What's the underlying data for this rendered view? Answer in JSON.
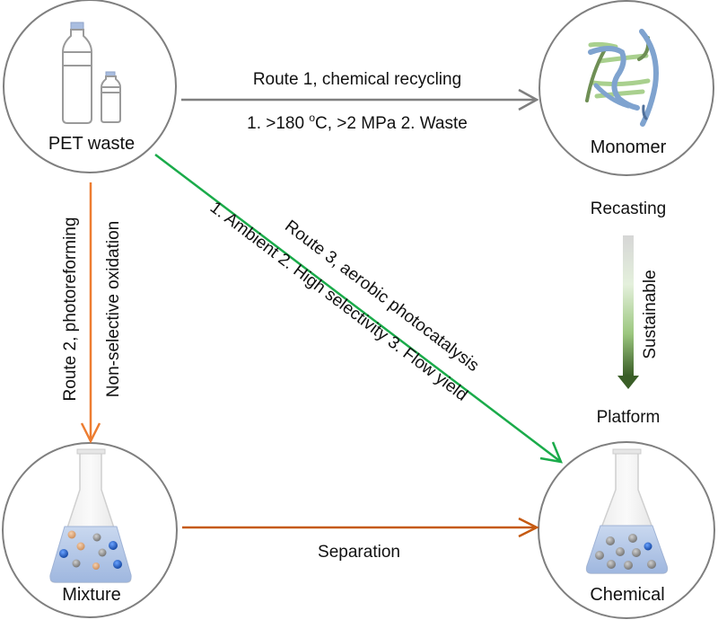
{
  "nodes": {
    "pet_waste": {
      "label": "PET waste",
      "icon": "plastic-bottles-icon"
    },
    "monomer": {
      "label": "Monomer",
      "icon": "monomer-strands-icon"
    },
    "mixture": {
      "label": "Mixture",
      "icon": "flask-mixture-icon"
    },
    "chemical": {
      "label": "Chemical",
      "icon": "flask-chemical-icon"
    }
  },
  "routes": {
    "route1": {
      "title": "Route 1, chemical recycling",
      "conditions_pre": "1. >180 ",
      "superscript": "o",
      "conditions_post": "C, >2 MPa  2. Waste",
      "color": "#7f7f7f"
    },
    "route2": {
      "title": "Route 2, photoreforming",
      "note": "Non-selective oxidation",
      "color": "#ed7d31"
    },
    "route3": {
      "title": "Route 3, aerobic photocatalysis",
      "conditions": "1. Ambient  2. High selectivity   3. Flow yield",
      "color": "#1aab4a"
    },
    "separation": {
      "label": "Separation",
      "color": "#c55a11"
    }
  },
  "recasting": {
    "top_label": "Recasting",
    "arrow_label": "Sustainable",
    "bottom_label": "Platform",
    "gradient": [
      "#d9d9d9",
      "#e2efda",
      "#a9d08e",
      "#375623"
    ]
  },
  "colors": {
    "circle_stroke": "#7f7f7f",
    "liquid": "#b4c7e7",
    "particle_orange": "#e0a070",
    "particle_gray": "#8c8c8c",
    "particle_blue": "#1f5fbf",
    "bottle_cap": "#a9bde0"
  }
}
